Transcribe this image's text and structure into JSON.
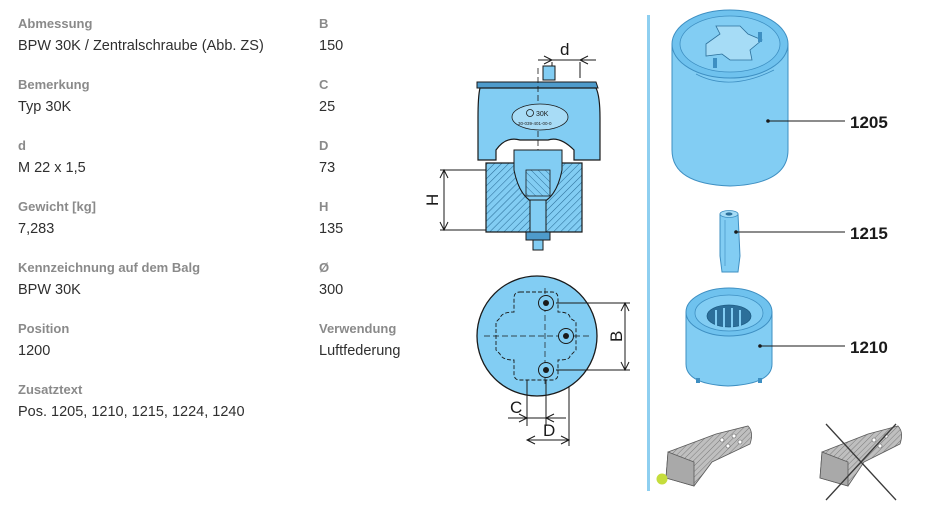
{
  "left_specs": [
    {
      "label": "Abmessung",
      "value": "BPW 30K / Zentralschraube (Abb. ZS)"
    },
    {
      "label": "Bemerkung",
      "value": "Typ 30K"
    },
    {
      "label": "d",
      "value": "M 22 x 1,5"
    },
    {
      "label": "Gewicht [kg]",
      "value": "7,283"
    },
    {
      "label": "Kennzeichnung auf dem Balg",
      "value": "BPW 30K"
    },
    {
      "label": "Position",
      "value": "1200"
    },
    {
      "label": "Zusatztext",
      "value": "Pos. 1205, 1210, 1215, 1224, 1240"
    }
  ],
  "right_specs": [
    {
      "label": "B",
      "value": "150"
    },
    {
      "label": "C",
      "value": "25"
    },
    {
      "label": "D",
      "value": "73"
    },
    {
      "label": "H",
      "value": "135"
    },
    {
      "label": "Ø",
      "value": "300"
    },
    {
      "label": "Verwendung",
      "value": "Luftfederung"
    }
  ],
  "drawing": {
    "dim_d": "d",
    "dim_h": "H",
    "dim_b": "B",
    "dim_c": "C",
    "dim_D": "D",
    "bellow_mark": "30K",
    "bellow_code": "30-039-401-00-0"
  },
  "parts": [
    {
      "number": "1205"
    },
    {
      "number": "1215"
    },
    {
      "number": "1210"
    }
  ],
  "colors": {
    "part_blue": "#82cdf3",
    "part_blue_dark": "#3e8fc2",
    "divider": "#8ecff0",
    "status_dot": "#c5dd3c"
  }
}
